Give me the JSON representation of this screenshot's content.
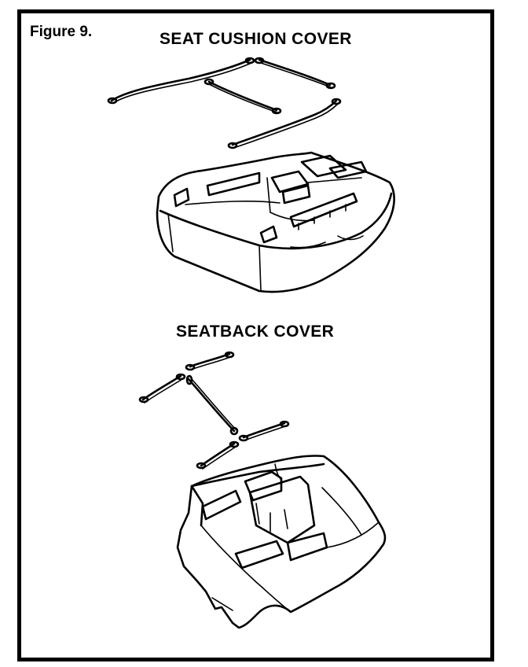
{
  "figure_label": "Figure 9.",
  "sections": {
    "seat_cushion_title": "SEAT CUSHION COVER",
    "seatback_title": "SEATBACK COVER"
  },
  "colors": {
    "ink": "#000000",
    "paper": "#ffffff"
  },
  "icons": {
    "wire_clip": "wire-retainer-icon"
  }
}
